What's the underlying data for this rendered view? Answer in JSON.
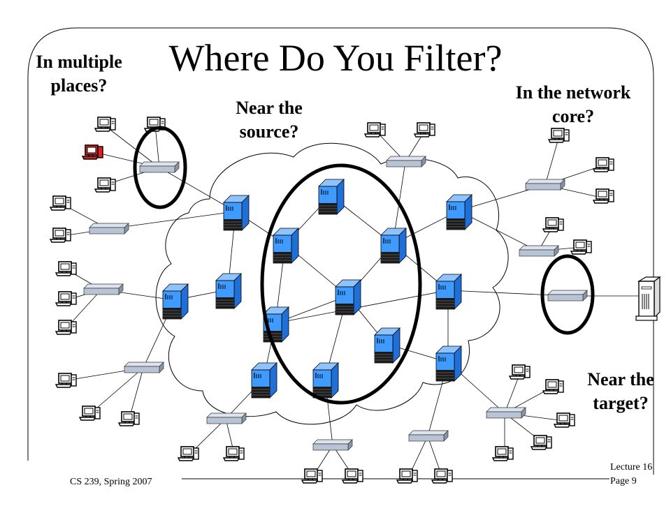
{
  "slide": {
    "title": "Where Do You Filter?",
    "questions": {
      "multiple_line1": "In multiple",
      "multiple_line2": "places?",
      "source_line1": "Near the",
      "source_line2": "source?",
      "core_line1": "In the network",
      "core_line2": "core?",
      "target_line1": "Near the",
      "target_line2": "target?"
    },
    "footer": {
      "course": "CS 239, Spring 2007",
      "lecture": "Lecture 16",
      "page": "Page 9"
    }
  },
  "colors": {
    "router_blue": "#3f9bff",
    "router_dark": "#1a1a1a",
    "cloud_stroke": "#000000",
    "hub_fill": "#b8c4d4",
    "highlight_pc": "#e02020",
    "ellipse_stroke": "#000000"
  },
  "icons": [
    "router-icon",
    "hub-icon",
    "computer-icon",
    "server-icon"
  ]
}
